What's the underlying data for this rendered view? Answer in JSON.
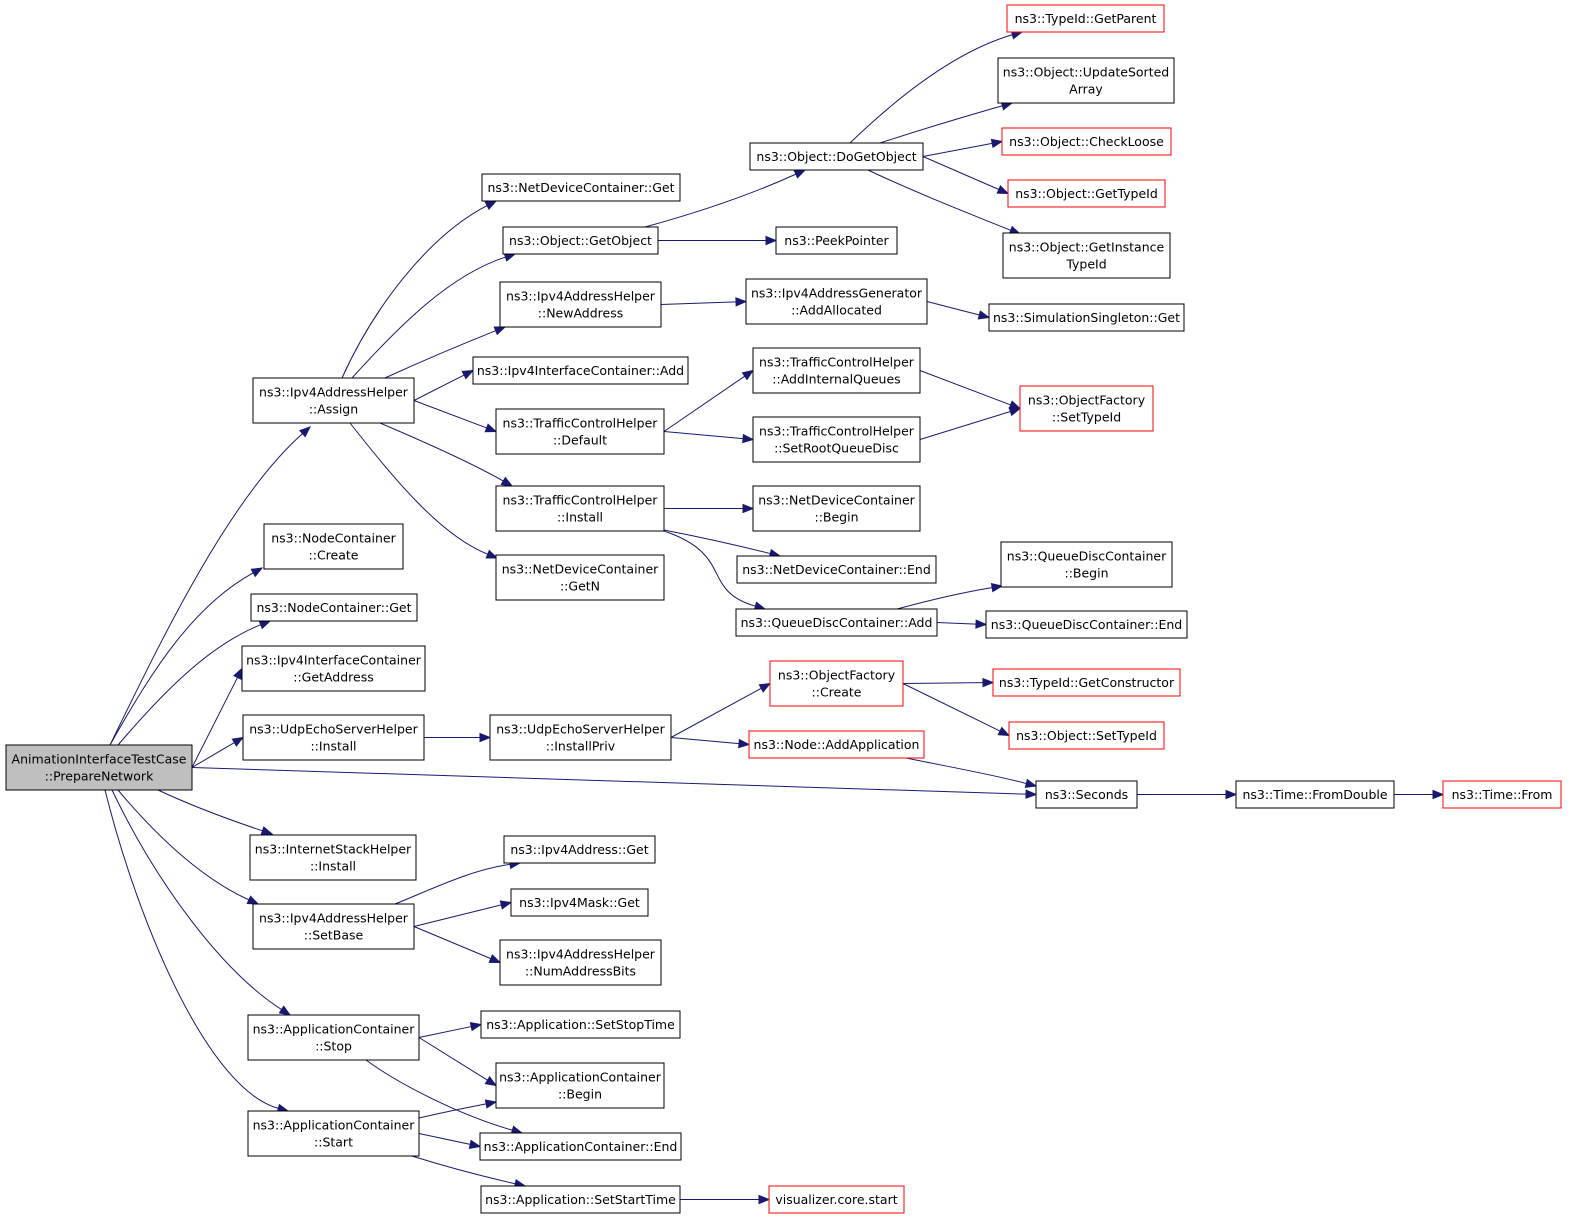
{
  "graph": {
    "edge_color": "#191970",
    "truncated_border_color": "#ff0000",
    "root_fill": "#bfbfbf",
    "nodes": [
      {
        "id": "root",
        "lines": [
          "AnimationInterfaceTestCase",
          "::PrepareNetwork"
        ],
        "style": "root"
      },
      {
        "id": "ipv4ah_assign",
        "lines": [
          "ns3::Ipv4AddressHelper",
          "::Assign"
        ]
      },
      {
        "id": "nc_create",
        "lines": [
          "ns3::NodeContainer",
          "::Create"
        ]
      },
      {
        "id": "nc_get",
        "lines": [
          "ns3::NodeContainer::Get"
        ]
      },
      {
        "id": "ipv4ic_getaddress",
        "lines": [
          "ns3::Ipv4InterfaceContainer",
          "::GetAddress"
        ]
      },
      {
        "id": "udpesh_install",
        "lines": [
          "ns3::UdpEchoServerHelper",
          "::Install"
        ]
      },
      {
        "id": "ish_install",
        "lines": [
          "ns3::InternetStackHelper",
          "::Install"
        ]
      },
      {
        "id": "ipv4ah_setbase",
        "lines": [
          "ns3::Ipv4AddressHelper",
          "::SetBase"
        ]
      },
      {
        "id": "ac_stop",
        "lines": [
          "ns3::ApplicationContainer",
          "::Stop"
        ]
      },
      {
        "id": "ac_start",
        "lines": [
          "ns3::ApplicationContainer",
          "::Start"
        ]
      },
      {
        "id": "ndc_get",
        "lines": [
          "ns3::NetDeviceContainer::Get"
        ]
      },
      {
        "id": "obj_getobject",
        "lines": [
          "ns3::Object::GetObject"
        ]
      },
      {
        "id": "ipv4ah_newaddress",
        "lines": [
          "ns3::Ipv4AddressHelper",
          "::NewAddress"
        ]
      },
      {
        "id": "ipv4ic_add",
        "lines": [
          "ns3::Ipv4InterfaceContainer::Add"
        ]
      },
      {
        "id": "tch_default",
        "lines": [
          "ns3::TrafficControlHelper",
          "::Default"
        ]
      },
      {
        "id": "tch_install",
        "lines": [
          "ns3::TrafficControlHelper",
          "::Install"
        ]
      },
      {
        "id": "ndc_getn",
        "lines": [
          "ns3::NetDeviceContainer",
          "::GetN"
        ]
      },
      {
        "id": "udpesh_installpriv",
        "lines": [
          "ns3::UdpEchoServerHelper",
          "::InstallPriv"
        ]
      },
      {
        "id": "ipv4a_get",
        "lines": [
          "ns3::Ipv4Address::Get"
        ]
      },
      {
        "id": "ipv4m_get",
        "lines": [
          "ns3::Ipv4Mask::Get"
        ]
      },
      {
        "id": "ipv4ah_numaddressbits",
        "lines": [
          "ns3::Ipv4AddressHelper",
          "::NumAddressBits"
        ]
      },
      {
        "id": "app_setstoptime",
        "lines": [
          "ns3::Application::SetStopTime"
        ]
      },
      {
        "id": "ac_begin",
        "lines": [
          "ns3::ApplicationContainer",
          "::Begin"
        ]
      },
      {
        "id": "ac_end",
        "lines": [
          "ns3::ApplicationContainer::End"
        ]
      },
      {
        "id": "app_setstarttime",
        "lines": [
          "ns3::Application::SetStartTime"
        ]
      },
      {
        "id": "obj_dogetobject",
        "lines": [
          "ns3::Object::DoGetObject"
        ]
      },
      {
        "id": "peekpointer",
        "lines": [
          "ns3::PeekPointer"
        ]
      },
      {
        "id": "ipv4ag_addallocated",
        "lines": [
          "ns3::Ipv4AddressGenerator",
          "::AddAllocated"
        ]
      },
      {
        "id": "tch_addinternalqueues",
        "lines": [
          "ns3::TrafficControlHelper",
          "::AddInternalQueues"
        ]
      },
      {
        "id": "tch_setrootqueuedisc",
        "lines": [
          "ns3::TrafficControlHelper",
          "::SetRootQueueDisc"
        ]
      },
      {
        "id": "ndc_begin",
        "lines": [
          "ns3::NetDeviceContainer",
          "::Begin"
        ]
      },
      {
        "id": "ndc_end",
        "lines": [
          "ns3::NetDeviceContainer::End"
        ]
      },
      {
        "id": "qdc_add",
        "lines": [
          "ns3::QueueDiscContainer::Add"
        ]
      },
      {
        "id": "of_create",
        "lines": [
          "ns3::ObjectFactory",
          "::Create"
        ],
        "style": "truncated"
      },
      {
        "id": "node_addapplication",
        "lines": [
          "ns3::Node::AddApplication"
        ],
        "style": "truncated"
      },
      {
        "id": "seconds",
        "lines": [
          "ns3::Seconds"
        ]
      },
      {
        "id": "vis_start",
        "lines": [
          "visualizer.core.start"
        ],
        "style": "truncated"
      },
      {
        "id": "typeid_getparent",
        "lines": [
          "ns3::TypeId::GetParent"
        ],
        "style": "truncated"
      },
      {
        "id": "obj_updatesortedarray",
        "lines": [
          "ns3::Object::UpdateSorted",
          "Array"
        ]
      },
      {
        "id": "obj_checkloose",
        "lines": [
          "ns3::Object::CheckLoose"
        ],
        "style": "truncated"
      },
      {
        "id": "obj_gettypeid",
        "lines": [
          "ns3::Object::GetTypeId"
        ],
        "style": "truncated"
      },
      {
        "id": "obj_getinstancetypeid",
        "lines": [
          "ns3::Object::GetInstance",
          "TypeId"
        ]
      },
      {
        "id": "simsingleton_get",
        "lines": [
          "ns3::SimulationSingleton::Get"
        ]
      },
      {
        "id": "of_settypeid",
        "lines": [
          "ns3::ObjectFactory",
          "::SetTypeId"
        ],
        "style": "truncated"
      },
      {
        "id": "qdc_begin",
        "lines": [
          "ns3::QueueDiscContainer",
          "::Begin"
        ]
      },
      {
        "id": "qdc_end",
        "lines": [
          "ns3::QueueDiscContainer::End"
        ]
      },
      {
        "id": "typeid_getconstructor",
        "lines": [
          "ns3::TypeId::GetConstructor"
        ],
        "style": "truncated"
      },
      {
        "id": "obj_settypeid",
        "lines": [
          "ns3::Object::SetTypeId"
        ],
        "style": "truncated"
      },
      {
        "id": "time_fromdouble",
        "lines": [
          "ns3::Time::FromDouble"
        ]
      },
      {
        "id": "time_from",
        "lines": [
          "ns3::Time::From"
        ],
        "style": "truncated"
      }
    ],
    "edges": [
      [
        "root",
        "ipv4ah_assign"
      ],
      [
        "root",
        "nc_create"
      ],
      [
        "root",
        "nc_get"
      ],
      [
        "root",
        "ipv4ic_getaddress"
      ],
      [
        "root",
        "udpesh_install"
      ],
      [
        "root",
        "seconds"
      ],
      [
        "root",
        "ish_install"
      ],
      [
        "root",
        "ipv4ah_setbase"
      ],
      [
        "root",
        "ac_stop"
      ],
      [
        "root",
        "ac_start"
      ],
      [
        "ipv4ah_assign",
        "ndc_get"
      ],
      [
        "ipv4ah_assign",
        "obj_getobject"
      ],
      [
        "ipv4ah_assign",
        "ipv4ah_newaddress"
      ],
      [
        "ipv4ah_assign",
        "ipv4ic_add"
      ],
      [
        "ipv4ah_assign",
        "tch_default"
      ],
      [
        "ipv4ah_assign",
        "tch_install"
      ],
      [
        "ipv4ah_assign",
        "ndc_getn"
      ],
      [
        "obj_getobject",
        "obj_dogetobject"
      ],
      [
        "obj_getobject",
        "peekpointer"
      ],
      [
        "obj_dogetobject",
        "typeid_getparent"
      ],
      [
        "obj_dogetobject",
        "obj_updatesortedarray"
      ],
      [
        "obj_dogetobject",
        "obj_checkloose"
      ],
      [
        "obj_dogetobject",
        "obj_gettypeid"
      ],
      [
        "obj_dogetobject",
        "obj_getinstancetypeid"
      ],
      [
        "ipv4ah_newaddress",
        "ipv4ag_addallocated"
      ],
      [
        "ipv4ag_addallocated",
        "simsingleton_get"
      ],
      [
        "tch_default",
        "tch_addinternalqueues"
      ],
      [
        "tch_default",
        "tch_setrootqueuedisc"
      ],
      [
        "tch_addinternalqueues",
        "of_settypeid"
      ],
      [
        "tch_setrootqueuedisc",
        "of_settypeid"
      ],
      [
        "tch_install",
        "ndc_begin"
      ],
      [
        "tch_install",
        "ndc_end"
      ],
      [
        "tch_install",
        "qdc_add"
      ],
      [
        "qdc_add",
        "qdc_begin"
      ],
      [
        "qdc_add",
        "qdc_end"
      ],
      [
        "udpesh_install",
        "udpesh_installpriv"
      ],
      [
        "udpesh_installpriv",
        "of_create"
      ],
      [
        "udpesh_installpriv",
        "node_addapplication"
      ],
      [
        "of_create",
        "typeid_getconstructor"
      ],
      [
        "of_create",
        "obj_settypeid"
      ],
      [
        "node_addapplication",
        "seconds"
      ],
      [
        "seconds",
        "time_fromdouble"
      ],
      [
        "time_fromdouble",
        "time_from"
      ],
      [
        "ipv4ah_setbase",
        "ipv4a_get"
      ],
      [
        "ipv4ah_setbase",
        "ipv4m_get"
      ],
      [
        "ipv4ah_setbase",
        "ipv4ah_numaddressbits"
      ],
      [
        "ac_stop",
        "app_setstoptime"
      ],
      [
        "ac_stop",
        "ac_begin"
      ],
      [
        "ac_stop",
        "ac_end"
      ],
      [
        "ac_start",
        "ac_begin"
      ],
      [
        "ac_start",
        "ac_end"
      ],
      [
        "ac_start",
        "app_setstarttime"
      ],
      [
        "app_setstarttime",
        "vis_start"
      ]
    ]
  }
}
